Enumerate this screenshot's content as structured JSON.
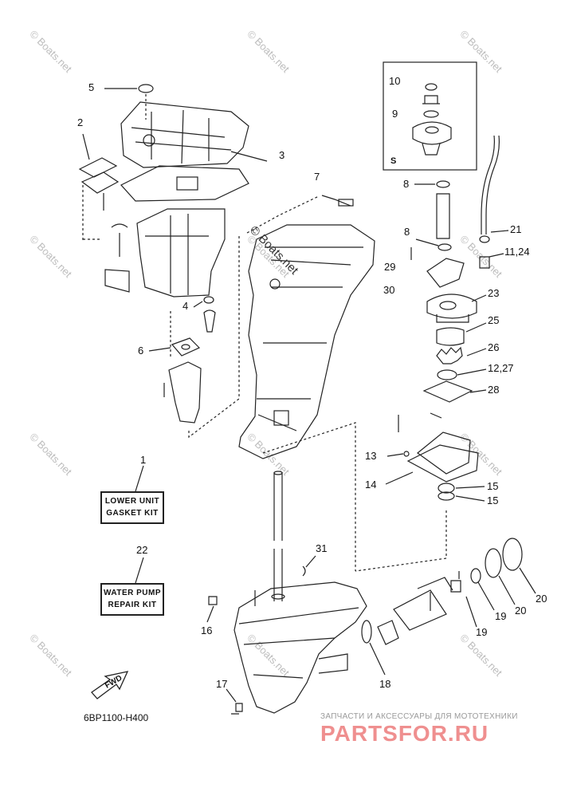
{
  "watermarks": [
    "© Boats.net",
    "© Boats.net",
    "© Boats.net",
    "© Boats.net",
    "© Boats.net",
    "© Boats.net",
    "© Boats.net",
    "© Boats.net",
    "© Boats.net",
    "© Boats.net",
    "© Boats.net",
    "© Boats.net"
  ],
  "center_watermark": "© Boats.net",
  "callouts": [
    "1",
    "2",
    "3",
    "4",
    "5",
    "6",
    "7",
    "8",
    "8",
    "9",
    "10",
    "11,24",
    "12,27",
    "13",
    "14",
    "15",
    "15",
    "16",
    "17",
    "18",
    "19",
    "19",
    "20",
    "20",
    "21",
    "22",
    "23",
    "25",
    "26",
    "28",
    "29",
    "30",
    "31"
  ],
  "kits": {
    "gasket": {
      "line1": "LOWER UNIT",
      "line2": "GASKET KIT"
    },
    "water_pump": {
      "line1": "WATER PUMP",
      "line2": "REPAIR KIT"
    }
  },
  "inset_label": "S",
  "fwd_label": "FWD",
  "part_code": "6BP1100-H400",
  "brand": {
    "tagline": "ЗАПЧАСТИ И АКСЕССУАРЫ ДЛЯ МОТОТЕХНИКИ",
    "logo": "PARTSFOR.RU"
  },
  "colors": {
    "line": "#222222",
    "watermark": "#bdbdbd",
    "brand_logo": "#ef8f8f"
  }
}
